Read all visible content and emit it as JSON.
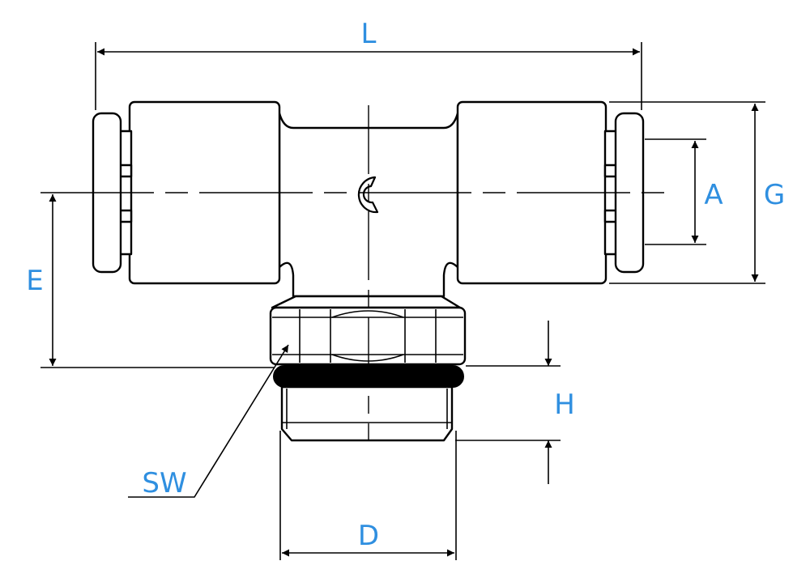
{
  "labels": {
    "L": "L",
    "A": "A",
    "G": "G",
    "E": "E",
    "H": "H",
    "D": "D",
    "SW": "SW"
  },
  "colors": {
    "label": "#2f8fe0",
    "line": "#000000",
    "background": "#ffffff"
  }
}
